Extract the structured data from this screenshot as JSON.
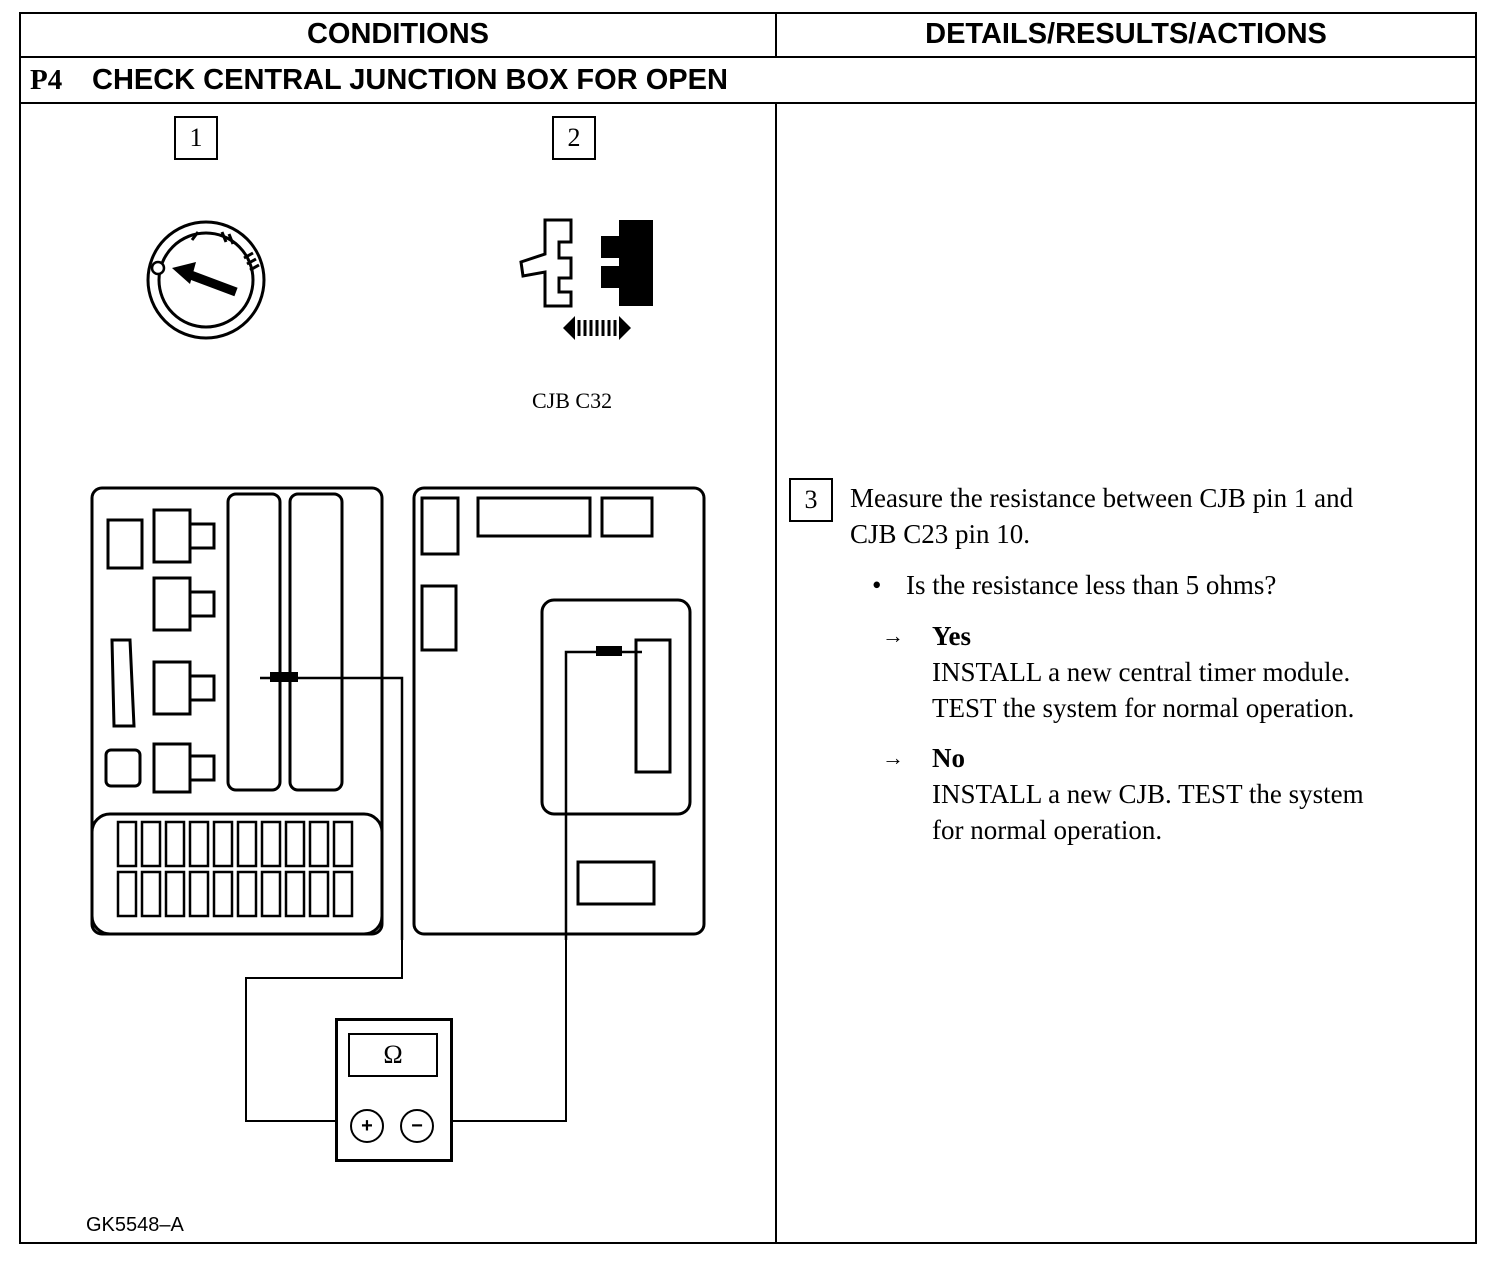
{
  "table": {
    "header_conditions": "CONDITIONS",
    "header_details": "DETAILS/RESULTS/ACTIONS",
    "procedure_id": "P4",
    "procedure_title": "CHECK CENTRAL JUNCTION BOX FOR OPEN"
  },
  "conditions": {
    "step1_number": "1",
    "step2_number": "2",
    "connector_label": "CJB C32",
    "meter_symbol": "Ω",
    "meter_plus": "+",
    "meter_minus": "−",
    "figure_id": "GK5548–A"
  },
  "details": {
    "step3_number": "3",
    "instruction_line1": "Measure the resistance between CJB pin 1 and",
    "instruction_line2": "CJB C23 pin 10.",
    "bullet": "•",
    "question": "Is the resistance less than 5 ohms?",
    "arrow": "→",
    "yes_label": "Yes",
    "yes_line1": "INSTALL a new central timer module.",
    "yes_line2": "TEST the system for normal operation.",
    "no_label": "No",
    "no_line1": "INSTALL a new CJB. TEST the system",
    "no_line2": "for normal operation."
  },
  "colors": {
    "ink": "#000000",
    "paper": "#ffffff"
  },
  "icons": [
    "ignition-switch-icon",
    "connector-disconnect-icon",
    "ohmmeter-icon",
    "junction-box-icon"
  ]
}
